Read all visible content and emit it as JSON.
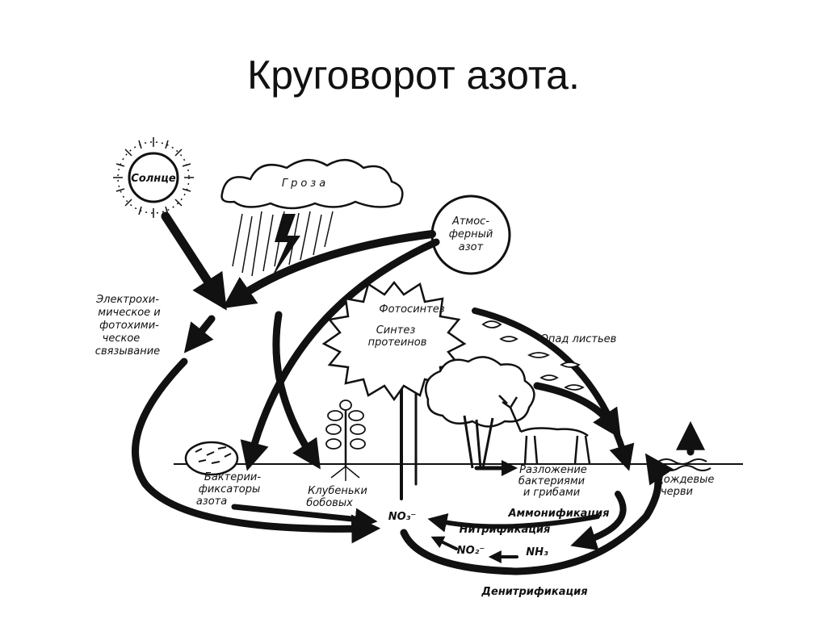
{
  "title": "Круговорот азота.",
  "labels": {
    "sun": "Солнце",
    "storm": "Гроза",
    "atmospheric_1": "Атмос-",
    "atmospheric_2": "ферный",
    "atmospheric_3": "азот",
    "electro_1": "Электрохи-",
    "electro_2": "мическое и",
    "electro_3": "фотохими-",
    "electro_4": "ческое",
    "electro_5": "связывание",
    "photosynthesis": "Фотосинтез",
    "protein_1": "Синтез",
    "protein_2": "протеинов",
    "leaf_fall": "Опад листьев",
    "bacteria_1": "Бактерии-",
    "bacteria_2": "фиксаторы",
    "bacteria_3": "азота",
    "nodules_1": "Клубеньки",
    "nodules_2": "бобовых",
    "decomposition_1": "Разложение",
    "decomposition_2": "бактериями",
    "decomposition_3": "и грибами",
    "earthworms_1": "Дождевые",
    "earthworms_2": "черви",
    "no3": "NO₃⁻",
    "ammonification": "Аммонификация",
    "nitrification": "Нитрификация",
    "no2": "NO₂⁻",
    "nh3": "NH₃",
    "denitrification": "Денитрификация"
  }
}
